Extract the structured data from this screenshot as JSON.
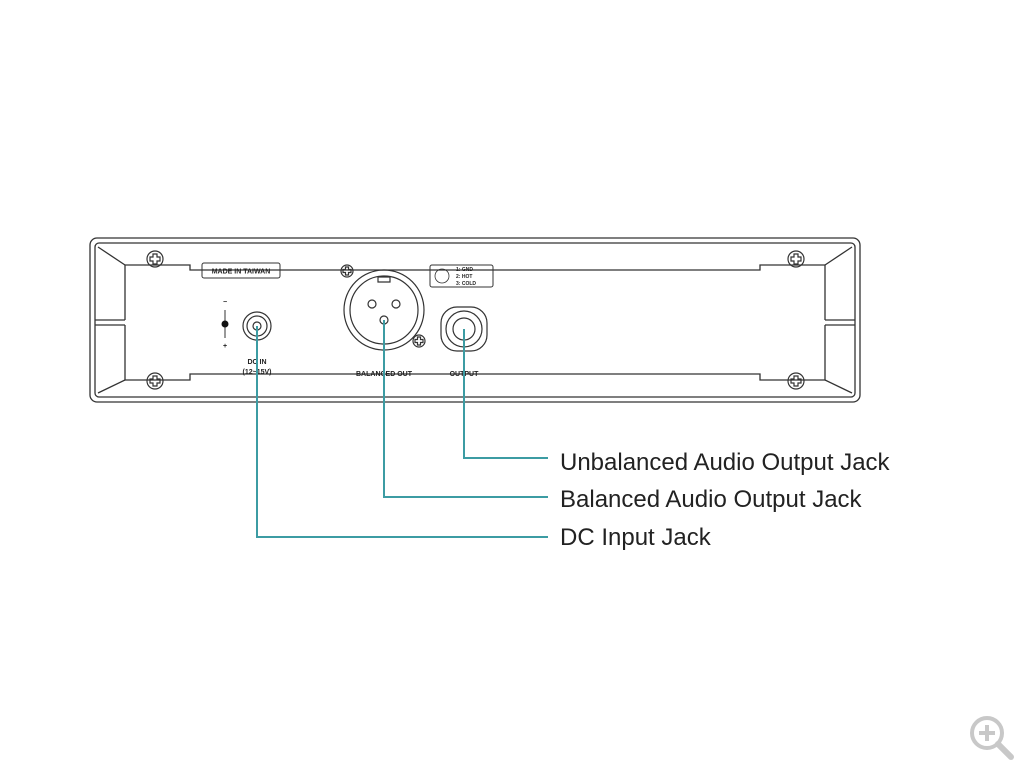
{
  "panel": {
    "made_in": "MADE IN TAIWAN",
    "pin_labels": [
      "1: GND",
      "2: HOT",
      "3: COLD"
    ],
    "polarity_minus": "−",
    "polarity_plus": "+",
    "dc_in": "DC IN",
    "dc_voltage": "(12~15V)",
    "balanced_out": "BALANCED OUT",
    "output": "OUTPUT"
  },
  "callouts": [
    "Unbalanced Audio Output Jack",
    "Balanced Audio Output Jack",
    "DC Input Jack"
  ],
  "colors": {
    "callout_line": "#3c9ca3",
    "outline": "#333333",
    "zoom_icon": "#c8c8c8"
  },
  "zoom_icon": "zoom-in-icon"
}
